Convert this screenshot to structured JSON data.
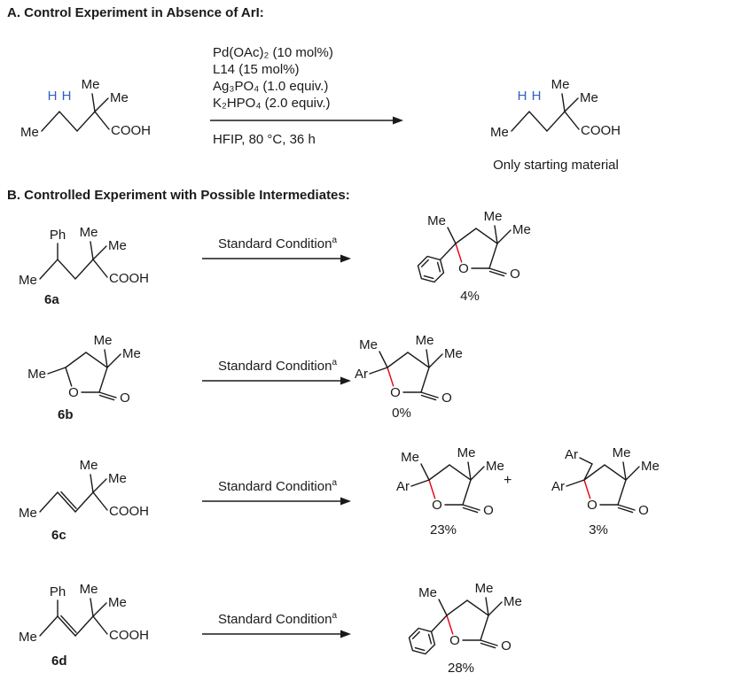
{
  "labels": {
    "me": "Me",
    "cooh": "COOH",
    "ph": "Ph",
    "ar": "Ar",
    "o": "O",
    "h": "H"
  },
  "colors": {
    "bond": "#1a1a1a",
    "text": "#1a1a1a",
    "accent-red": "#e60012",
    "accent-blue": "#3060c0"
  },
  "section_a": {
    "title": "A. Control Experiment in Absence of ArI:",
    "conditions_above": [
      "Pd(OAc)₂ (10 mol%)",
      "L14 (15 mol%)",
      "Ag₃PO₄ (1.0 equiv.)",
      "K₂HPO₄ (2.0 equiv.)"
    ],
    "condition_below": "HFIP, 80 °C, 36 h",
    "result_note": "Only starting material"
  },
  "section_b": {
    "title": "B. Controlled Experiment with Possible Intermediates:",
    "condition_label": "Standard Condition",
    "condition_sup": "a",
    "entries": [
      {
        "id": "6a",
        "yield": "4%"
      },
      {
        "id": "6b",
        "yield": "0%"
      },
      {
        "id": "6c",
        "yield_1": "23%",
        "plus": "+",
        "yield_2": "3%"
      },
      {
        "id": "6d",
        "yield": "28%"
      }
    ]
  }
}
